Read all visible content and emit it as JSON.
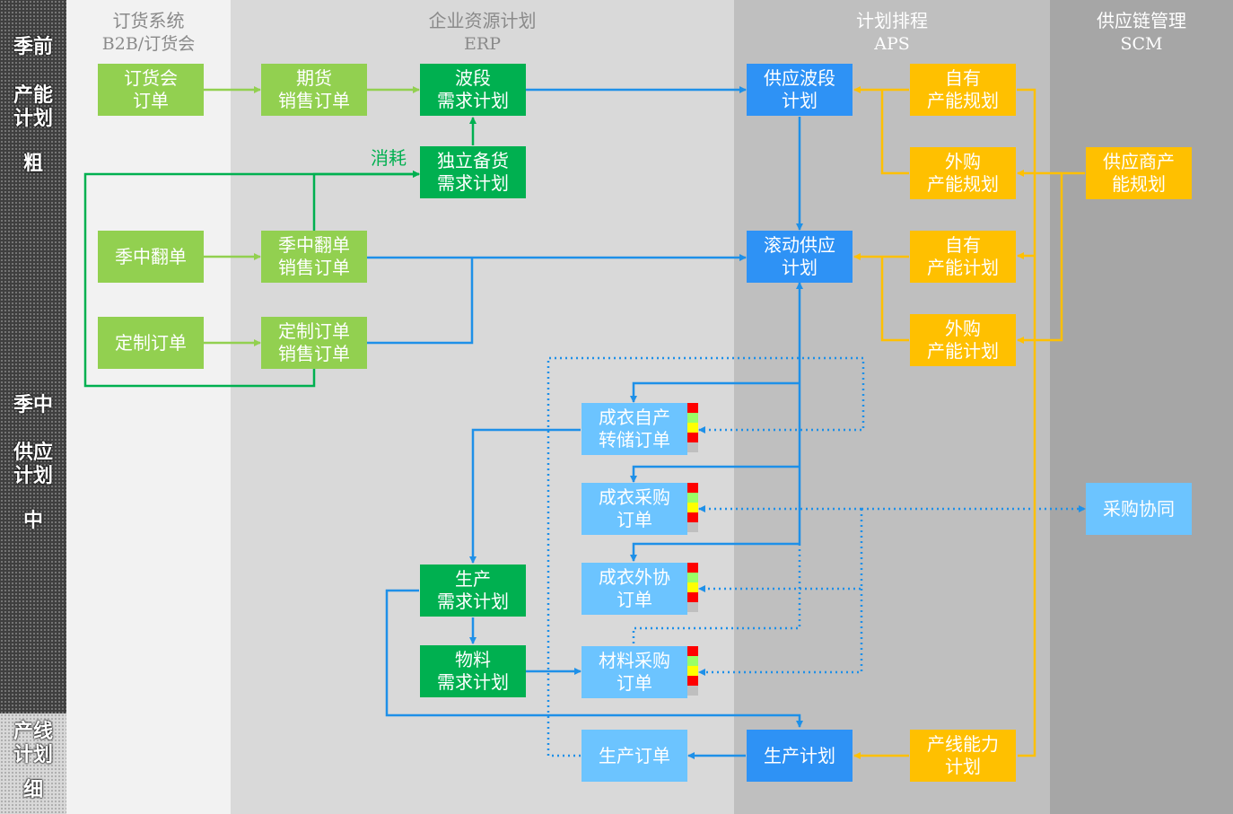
{
  "left_labels": {
    "pre_season": "季前",
    "capacity_plan": "产能\n计划",
    "coarse": "粗",
    "in_season": "季中",
    "supply_plan": "供应\n计划",
    "medium": "中",
    "line_plan": "产线\n计划",
    "fine": "细"
  },
  "columns": {
    "b2b": {
      "title": "订货系统",
      "subtitle": "B2B/订货会"
    },
    "erp": {
      "title": "企业资源计划",
      "subtitle": "ERP"
    },
    "aps": {
      "title": "计划排程",
      "subtitle": "APS"
    },
    "scm": {
      "title": "供应链管理",
      "subtitle": "SCM"
    }
  },
  "nodes": {
    "order_fair_order": "订货会\n订单",
    "futures_sales_order": "期货\n销售订单",
    "wave_demand_plan": "波段\n需求计划",
    "independent_stock_plan": "独立备货\n需求计划",
    "midseason_reorder": "季中翻单",
    "midseason_sales_order": "季中翻单\n销售订单",
    "custom_order": "定制订单",
    "custom_sales_order": "定制订单\n销售订单",
    "supply_wave_plan": "供应波段\n计划",
    "rolling_supply_plan": "滚动供应\n计划",
    "own_capacity_planning": "自有\n产能规划",
    "outsourced_capacity_planning": "外购\n产能规划",
    "supplier_capacity_planning": "供应商产\n能规划",
    "own_capacity_plan": "自有\n产能计划",
    "outsourced_capacity_plan": "外购\n产能计划",
    "garment_transfer_order": "成衣自产\n转储订单",
    "garment_purchase_order": "成衣采购\n订单",
    "garment_outsource_order": "成衣外协\n订单",
    "material_purchase_order": "材料采购\n订单",
    "production_demand_plan": "生产\n需求计划",
    "material_demand_plan": "物料\n需求计划",
    "production_order": "生产订单",
    "production_plan": "生产计划",
    "line_capacity_plan": "产线能力\n计划",
    "procurement_collab": "采购协同"
  },
  "consume_label": "消耗",
  "colors": {
    "light_green": "#92d050",
    "dark_green": "#00b050",
    "blue": "#2e92f5",
    "light_blue": "#6cc4ff",
    "orange": "#ffc000",
    "status_red": "#ff0000",
    "status_green": "#99ff66",
    "status_yellow": "#ffff00",
    "status_gray": "#bfbfbf"
  }
}
